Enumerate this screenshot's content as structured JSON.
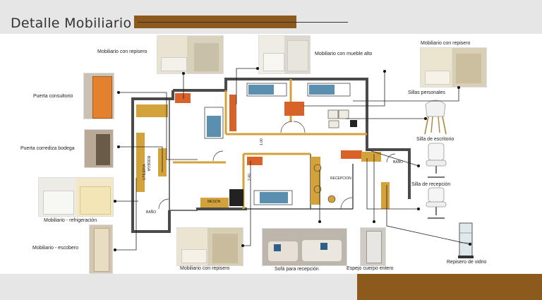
{
  "header": {
    "title": "Detalle Mobiliario"
  },
  "labels": {
    "mob_repisero_top": "Mobiliario con repisero",
    "mob_mueble_alto": "Mobiliario con mueble alto",
    "mob_repisero_right": "Mobiliario con repisero",
    "sillas_personales": "Sillas personales",
    "silla_escritorio": "Silla de escritorio",
    "silla_recepcion": "Silla de recepción",
    "repisero_vidrio": "Repisero de vidrio",
    "puerta_consultorio": "Puerta consultorio",
    "puerta_corrediza": "Puerta corrediza bodega",
    "mob_refrigeracion": "Mobiliario - refrigeración",
    "mob_escobero": "Mobiliario - escobero",
    "mob_repisero_bottom": "Mobiliario con repisero",
    "sofa_recepcion": "Sofá para recepción",
    "espejo": "Espejo cuerpo entero"
  },
  "plan": {
    "bodega": "BODEGA",
    "utileria": "UTILERÍA",
    "bano_left": "BAÑO",
    "bano_right": "BAÑO",
    "recepcion": "RECEPCION",
    "meson": "MESON",
    "dim_1": "1.00",
    "dim_2": "2.40"
  },
  "colors": {
    "brand": "#8b5a1c",
    "wall": "#4a4a4a",
    "wood": "#d4a23a",
    "orange": "#d9622b",
    "bed": "#5a8fb0"
  }
}
